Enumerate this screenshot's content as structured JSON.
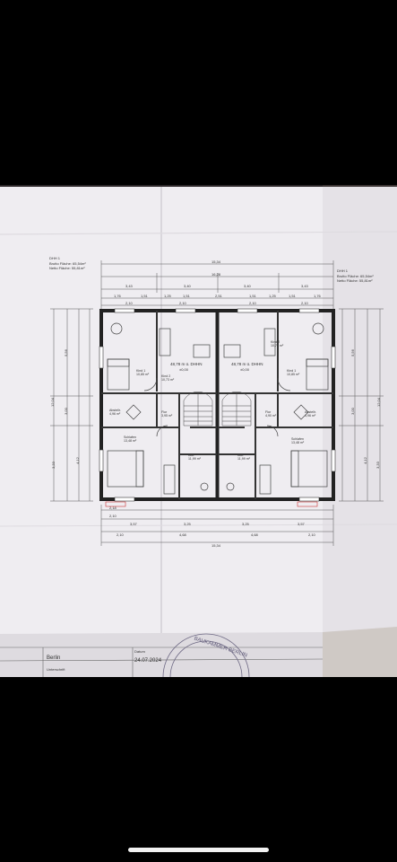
{
  "photo": {
    "subject": "Bauplan Grundriss Erdgeschoss Doppelhaus",
    "plan": {
      "left_unit": {
        "title": "DHH 1",
        "brutto": "Brutto Fläche: 65,54m²",
        "netto": "Netto Fläche: 55,81m²",
        "height_ref": "48,78 m ü. DHHN",
        "level": "±0,00"
      },
      "right_unit": {
        "title": "DHH 1",
        "brutto": "Brutto Fläche: 65,54m²",
        "netto": "Netto Fläche: 55,81m²",
        "height_ref": "48,78 m ü. DHHN",
        "level": "±0,00"
      },
      "rooms_left": [
        {
          "name": "Kind 1",
          "area": "10,85 m²"
        },
        {
          "name": "Kind 2",
          "area": "10,73 m²"
        },
        {
          "name": "Flur",
          "area": "3,95 m²"
        },
        {
          "name": "Abstellr.",
          "area": "4,96 m²"
        },
        {
          "name": "Schlafen",
          "area": "13,48 m²"
        },
        {
          "name": "Bad",
          "area": "11,99 m²"
        }
      ],
      "rooms_right": [
        {
          "name": "Kind 1",
          "area": "10,85 m²"
        },
        {
          "name": "Kind 2",
          "area": "10,73 m²"
        },
        {
          "name": "Flur",
          "area": "4,90 m²"
        },
        {
          "name": "Abstellr.",
          "area": "4,96 m²"
        },
        {
          "name": "Schlafen",
          "area": "13,48 m²"
        },
        {
          "name": "Bad",
          "area": "11,99 m²"
        }
      ],
      "dims_top": [
        "15,34",
        "16,28",
        "3,43",
        "3,40",
        "3,40",
        "3,43",
        "1,76",
        "1,51",
        "1,25",
        "1,51",
        "2,51",
        "1,51",
        "1,25",
        "1,51",
        "1,76",
        "2,10",
        "2,10",
        "2,10",
        "2,10"
      ],
      "dims_bottom": [
        "2,18",
        "2,10",
        "3,57",
        "3,25",
        "3,25",
        "3,57",
        "2,10",
        "4,68",
        "4,68",
        "2,10",
        "15,34"
      ],
      "dims_left": [
        "12,04",
        "5,56",
        "3,00",
        "4,12",
        "3,33"
      ],
      "dims_right": [
        "12,04",
        "5,56",
        "3,00",
        "4,12",
        "3,33"
      ]
    },
    "footer": {
      "place": "Berlin",
      "date_label": "Datum",
      "date": "24.07.2024",
      "sign_label": "Unterschrift",
      "stamp_text": "BAUKAMMER BERLIN"
    }
  }
}
